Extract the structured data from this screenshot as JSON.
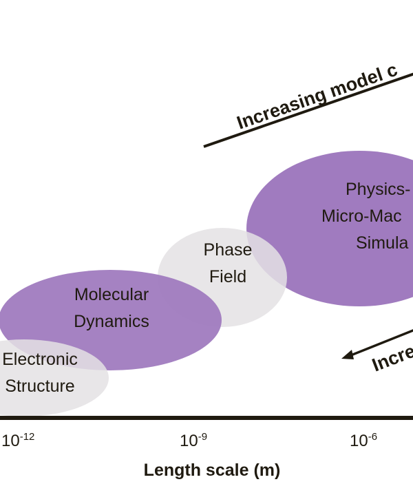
{
  "title_arrow_top": "Increasing model c",
  "title_arrow_bottom": "Incre",
  "regions": [
    {
      "name": "electronic-structure",
      "lines": [
        "Electronic",
        "Structure"
      ],
      "color": "#e4e2e4"
    },
    {
      "name": "molecular-dynamics",
      "lines": [
        "Molecular",
        "Dynamics"
      ],
      "color": "#a07bbf"
    },
    {
      "name": "phase-field",
      "lines": [
        "Phase",
        "Field"
      ],
      "color": "#e4e2e4"
    },
    {
      "name": "physics-micro-macro",
      "lines": [
        "Physics-",
        "Micro-Mac",
        "Simula"
      ],
      "color": "#a07bbf"
    }
  ],
  "axis": {
    "label": "Length scale (m)",
    "ticks": [
      {
        "base": "10",
        "exp": "-12"
      },
      {
        "base": "10",
        "exp": "-9"
      },
      {
        "base": "10",
        "exp": "-6"
      }
    ]
  },
  "colors": {
    "purple": "#a07bbf",
    "gray": "#e4e2e4",
    "ink": "#1f1a10"
  }
}
